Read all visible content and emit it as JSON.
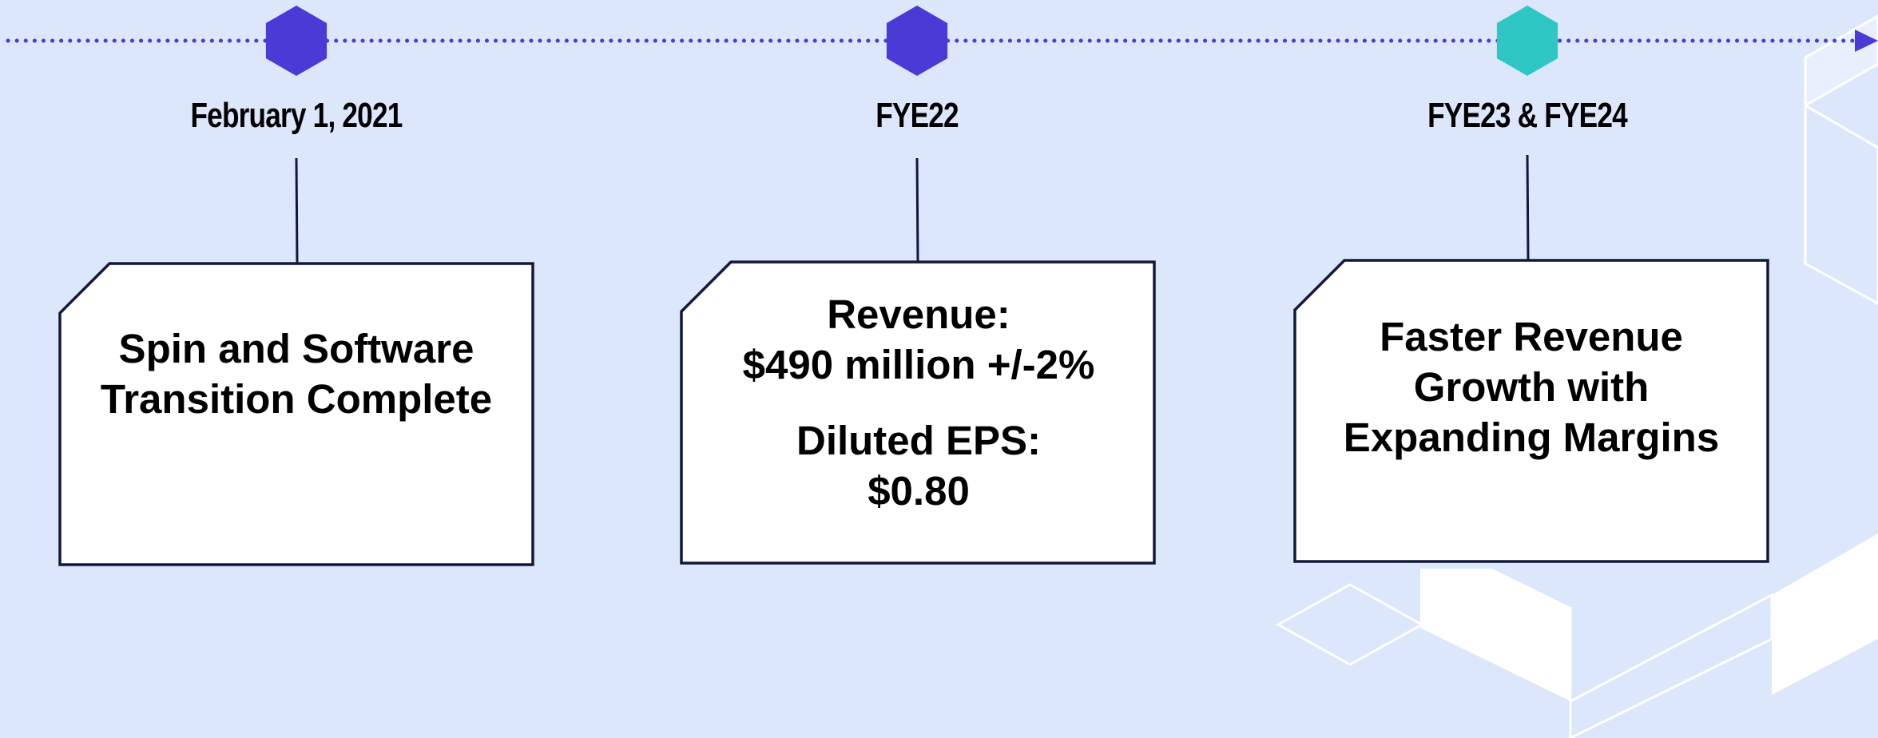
{
  "colors": {
    "background": "#dde7fc",
    "timeline": "#4a3ad6",
    "hex_past": "#4a3ad6",
    "hex_future": "#2ec7c4",
    "box_border": "#13183a",
    "box_fill": "#ffffff"
  },
  "milestones": [
    {
      "label": "February 1, 2021",
      "hex_status": "past",
      "lines": [
        "Spin and Software",
        "Transition Complete"
      ]
    },
    {
      "label": "FYE22",
      "hex_status": "past",
      "lines": [
        "Revenue:",
        "$490 million +/-2%",
        "",
        "Diluted EPS:",
        "$0.80"
      ]
    },
    {
      "label": "FYE23 & FYE24",
      "hex_status": "future",
      "lines": [
        "Faster Revenue",
        "Growth with",
        "Expanding Margins"
      ]
    }
  ]
}
